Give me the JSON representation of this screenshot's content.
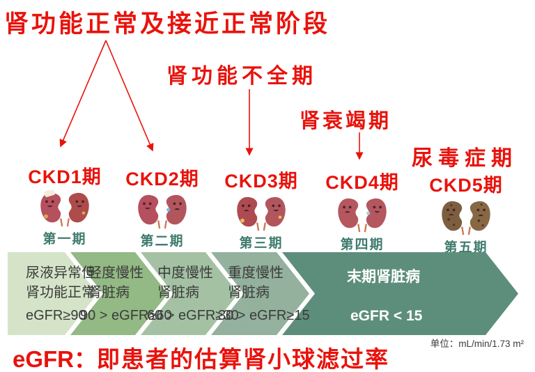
{
  "colors": {
    "red": "#e8130c",
    "teal_stage_label": "#3e7b6d",
    "banner_text": "#3b3b3b",
    "final_stage_text": "#ffffff",
    "stem": "#c87a50",
    "face": "#4a2028"
  },
  "annotations": {
    "normal_stage": "肾功能正常及接近正常阶段",
    "insufficiency_stage": "肾功能不全期",
    "failure_stage": "肾衰竭期",
    "uremia_stage": "尿毒症期"
  },
  "stages": [
    {
      "ckd_label": "CKD1期",
      "stage_label": "第一期",
      "chevron": {
        "line1": "尿液异常但",
        "line2": "肾功能正常",
        "egfr": "eGFR≥90",
        "bg": "#d5e4c8"
      },
      "kidney": {
        "left_color": "#b5505e",
        "right_color": "#ae4b4b",
        "bandage": "#f3ecd9",
        "tear": "transparent",
        "sparkle": "#dba94f",
        "spots": "transparent"
      }
    },
    {
      "ckd_label": "CKD2期",
      "stage_label": "第二期",
      "chevron": {
        "line1": "轻度慢性",
        "line2": "肾脏病",
        "egfr": "90 > eGFR≥60",
        "bg": "#93b984"
      },
      "kidney": {
        "left_color": "#b5505e",
        "right_color": "#b2565e",
        "bandage": "transparent",
        "tear": "#7db8e8",
        "sparkle": "transparent",
        "spots": "transparent"
      }
    },
    {
      "ckd_label": "CKD3期",
      "stage_label": "第三期",
      "chevron": {
        "line1": "中度慢性",
        "line2": "肾脏病",
        "egfr": "60 > eGFR≥30",
        "bg": "#a4c1a4"
      },
      "kidney": {
        "left_color": "#ad4a52",
        "right_color": "#b2565e",
        "bandage": "transparent",
        "tear": "transparent",
        "sparkle": "#e9c14d",
        "spots": "transparent"
      }
    },
    {
      "ckd_label": "CKD4期",
      "stage_label": "第四期",
      "chevron": {
        "line1": "重度慢性",
        "line2": "肾脏病",
        "egfr": "30 > eGFR≥15",
        "bg": "#93b19c"
      },
      "kidney": {
        "left_color": "#b4575f",
        "right_color": "#b4575f",
        "bandage": "transparent",
        "tear": "#9ecbe8",
        "sparkle": "transparent",
        "spots": "transparent"
      }
    },
    {
      "ckd_label": "CKD5期",
      "stage_label": "第五期",
      "chevron": {
        "line1": "末期肾脏病",
        "line2": "",
        "egfr": "eGFR < 15",
        "bg": "#5d8e7c"
      },
      "kidney": {
        "left_color": "#7d5f3f",
        "right_color": "#876845",
        "bandage": "transparent",
        "tear": "transparent",
        "sparkle": "transparent",
        "spots": "#4a3723"
      }
    }
  ],
  "footer": {
    "unit_note": "单位：mL/min/1.73 m²",
    "egfr_note_prefix": "eGFR：",
    "egfr_note_text": "即患者的估算肾小球滤过率"
  }
}
